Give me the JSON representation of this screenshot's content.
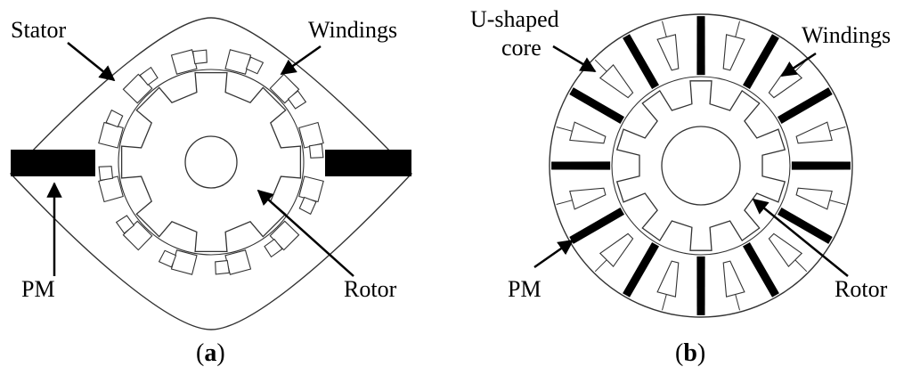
{
  "panel_a": {
    "labels": {
      "stator": "Stator",
      "windings": "Windings",
      "pm": "PM",
      "rotor": "Rotor"
    },
    "caption": {
      "open": "(",
      "letter": "a",
      "close": ")"
    }
  },
  "panel_b": {
    "labels": {
      "ucore_line1": "U-shaped",
      "ucore_line2": "core",
      "windings": "Windings",
      "pm": "PM",
      "rotor": "Rotor"
    },
    "caption": {
      "open": "(",
      "letter": "b",
      "close": ")"
    }
  },
  "colors": {
    "line": "#333333",
    "magnet": "#000000",
    "background": "#ffffff"
  }
}
